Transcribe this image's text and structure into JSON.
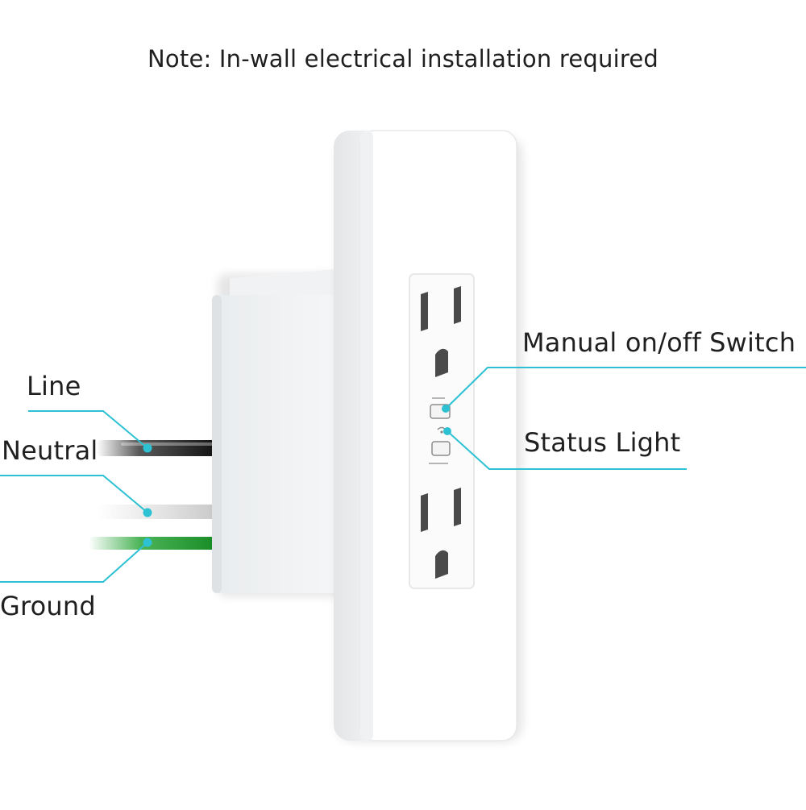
{
  "note": "Note: In-wall electrical installation required",
  "callouts": {
    "line": "Line",
    "neutral": "Neutral",
    "ground": "Ground",
    "manual_switch": "Manual on/off Switch",
    "status_light": "Status Light"
  },
  "colors": {
    "leader": "#2cc1d3",
    "wire_line": "#111111",
    "wire_neutral": "#e8e8e8",
    "wire_ground": "#1fa12e",
    "plate": "#ffffff"
  }
}
